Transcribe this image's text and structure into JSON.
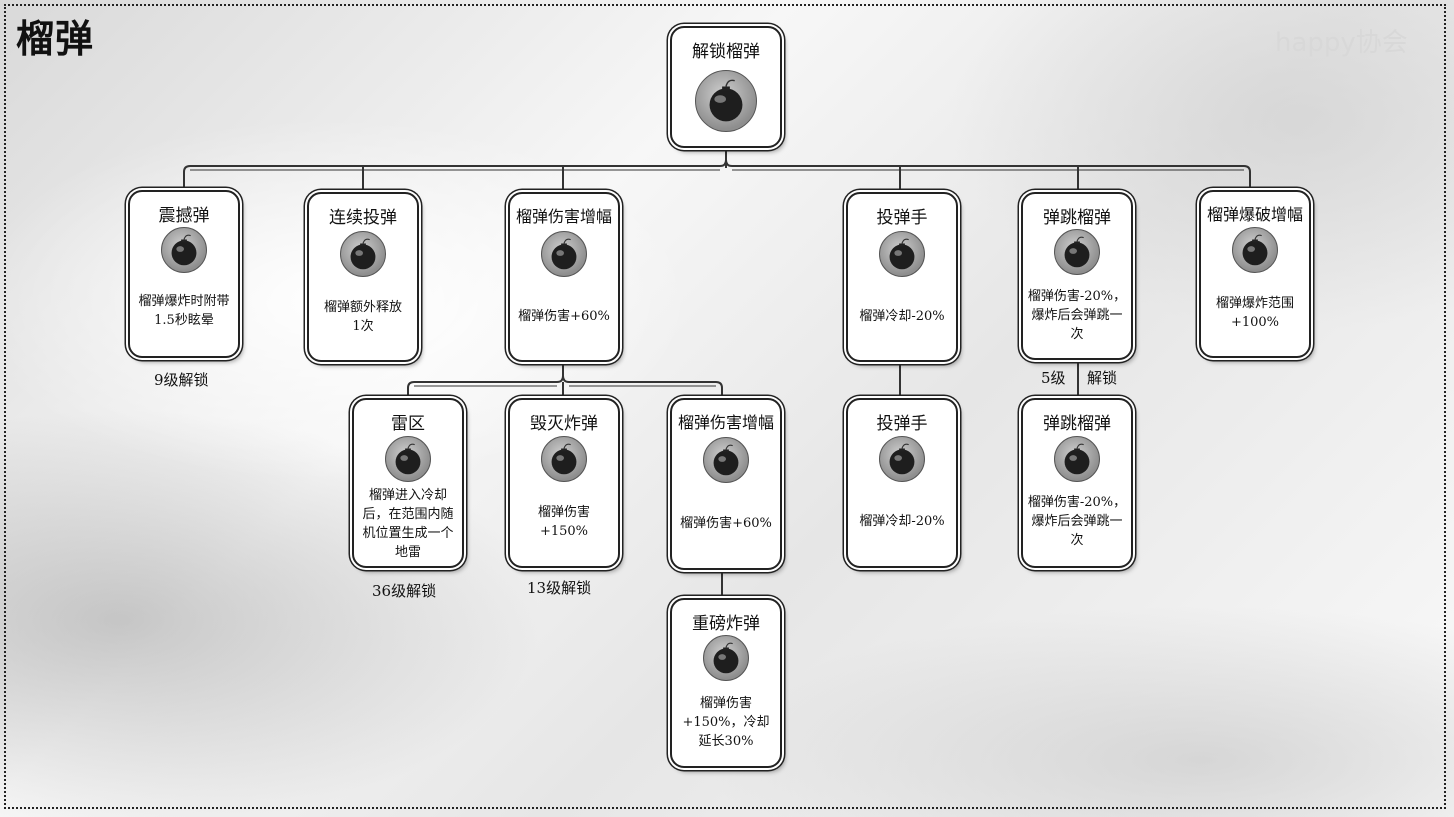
{
  "title": "榴弹",
  "watermark": "happy协会",
  "nodes": [
    {
      "name": "解锁榴弹",
      "desc": ""
    },
    {
      "name": "震撼弹",
      "desc": "榴弹爆炸时附带1.5秒眩晕"
    },
    {
      "name": "连续投弹",
      "desc": "榴弹额外释放1次"
    },
    {
      "name": "榴弹伤害增幅",
      "desc": "榴弹伤害+60%"
    },
    {
      "name": "投弹手",
      "desc": "榴弹冷却-20%"
    },
    {
      "name": "弹跳榴弹",
      "desc": "榴弹伤害-20%，爆炸后会弹跳一次"
    },
    {
      "name": "榴弹爆破增幅",
      "desc": "榴弹爆炸范围+100%"
    },
    {
      "name": "雷区",
      "desc": "榴弹进入冷却后，在范围内随机位置生成一个地雷"
    },
    {
      "name": "毁灭炸弹",
      "desc": "榴弹伤害+150%"
    },
    {
      "name": "榴弹伤害增幅",
      "desc": "榴弹伤害+60%"
    },
    {
      "name": "投弹手",
      "desc": "榴弹冷却-20%"
    },
    {
      "name": "弹跳榴弹",
      "desc": "榴弹伤害-20%，爆炸后会弹跳一次"
    },
    {
      "name": "重磅炸弹",
      "desc": "榴弹伤害+150%，冷却延长30%"
    }
  ],
  "unlock_labels": {
    "shock": "9级解锁",
    "bounce_level": "5级",
    "bounce_unlock": "解锁",
    "minefield": "36级解锁",
    "destroy": "13级解锁"
  },
  "icon_name": "grenade-icon",
  "colors": {
    "line": "#333333",
    "node_bg": "#ffffff",
    "border": "#222222"
  }
}
